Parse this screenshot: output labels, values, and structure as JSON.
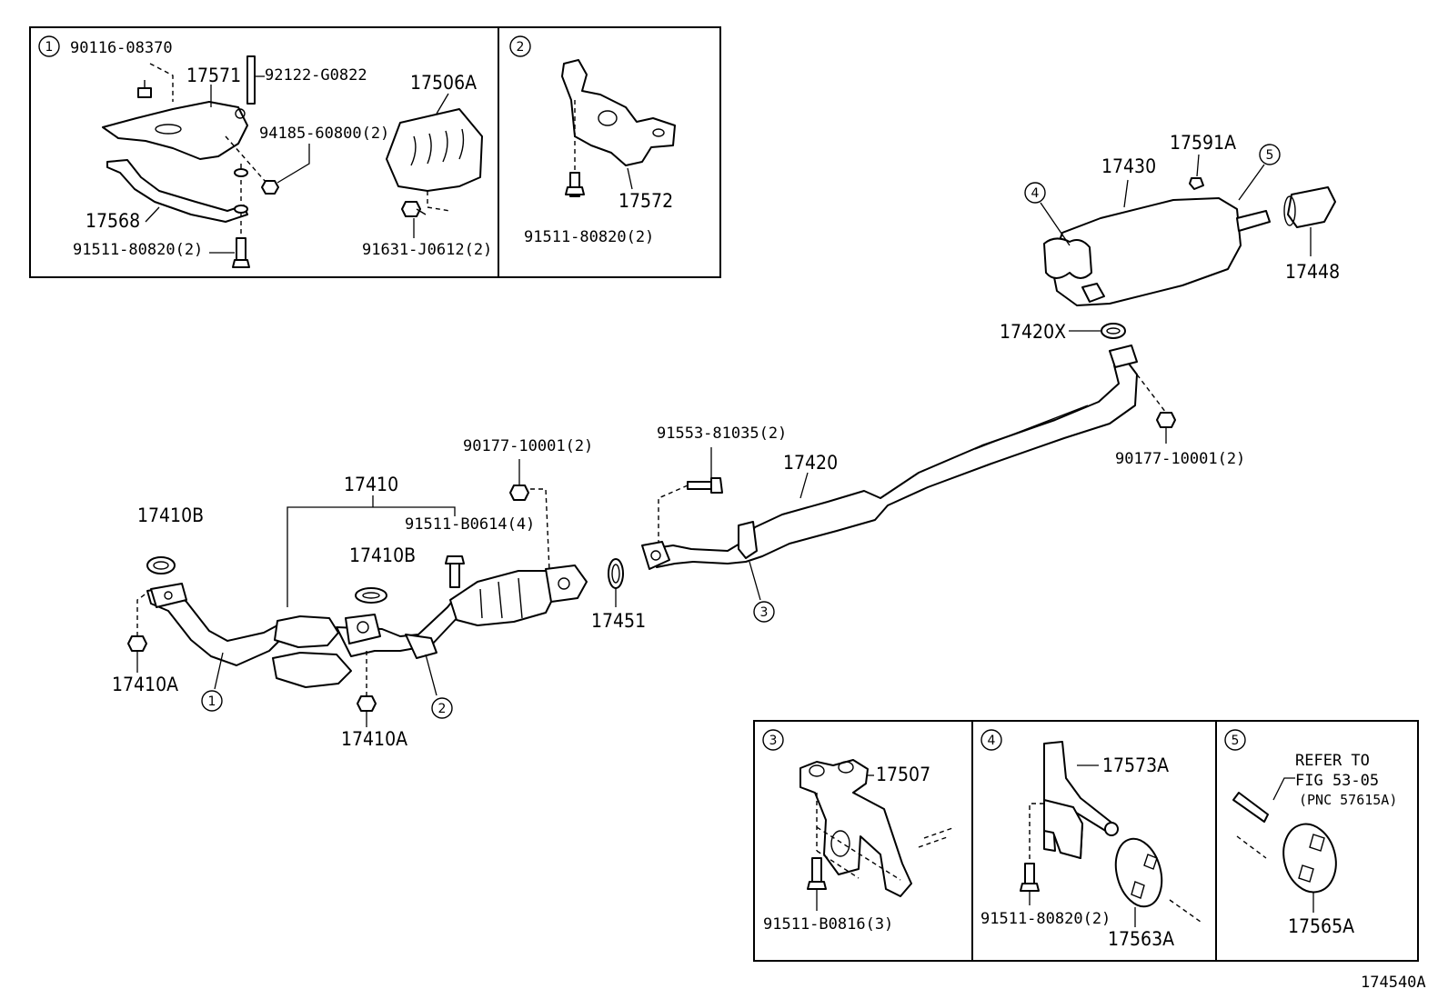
{
  "diagram_id": "174540A",
  "insets": {
    "i1": {
      "ref": "1",
      "labels": [
        "90116-08370",
        "17571",
        "92122-G0822",
        "17506A",
        "94185-60800(2)",
        "17568",
        "91511-80820(2)",
        "91631-J0612(2)"
      ]
    },
    "i2": {
      "ref": "2",
      "labels": [
        "17572",
        "91511-80820(2)"
      ]
    },
    "i3": {
      "ref": "3",
      "labels": [
        "17507",
        "91511-B0816(3)"
      ]
    },
    "i4": {
      "ref": "4",
      "labels": [
        "17573A",
        "91511-80820(2)",
        "17563A"
      ]
    },
    "i5": {
      "ref": "5",
      "labels": [
        "17565A"
      ],
      "note": [
        "REFER TO",
        "FIG 53-05",
        "(PNC 57615A)"
      ]
    }
  },
  "main": {
    "refs": [
      "1",
      "2",
      "3",
      "4",
      "5"
    ],
    "labels": {
      "p17410": "17410",
      "p17410B_left": "17410B",
      "p17410B_mid": "17410B",
      "p17410A_left": "17410A",
      "p17410A_bot": "17410A",
      "p90177_left": "90177-10001(2)",
      "p91511_b0614": "91511-B0614(4)",
      "p17451": "17451",
      "p91553": "91553-81035(2)",
      "p17420": "17420",
      "p90177_right": "90177-10001(2)",
      "p17420X": "17420X",
      "p17430": "17430",
      "p17591A": "17591A",
      "p17448": "17448"
    }
  }
}
